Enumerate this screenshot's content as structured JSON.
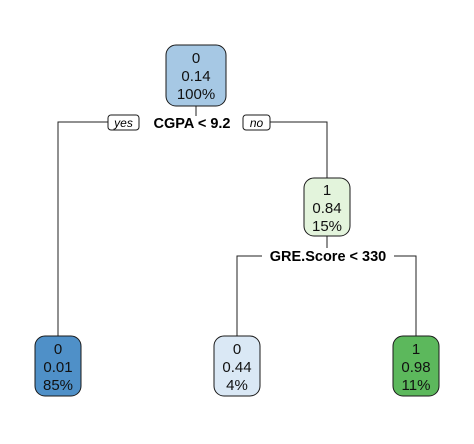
{
  "tree": {
    "root": {
      "class_label": "0",
      "probability": "0.14",
      "percent": "100%",
      "fill": "#a6c8e4"
    },
    "root_split": {
      "condition": "CGPA < 9.2",
      "yes_label": "yes",
      "no_label": "no"
    },
    "right_internal": {
      "class_label": "1",
      "probability": "0.84",
      "percent": "15%",
      "fill": "#e3f4dc"
    },
    "right_split": {
      "condition": "GRE.Score < 330"
    },
    "leaves": [
      {
        "class_label": "0",
        "probability": "0.01",
        "percent": "85%",
        "fill": "#4f90c8"
      },
      {
        "class_label": "0",
        "probability": "0.44",
        "percent": "4%",
        "fill": "#dae8f5"
      },
      {
        "class_label": "1",
        "probability": "0.98",
        "percent": "11%",
        "fill": "#5cb85c"
      }
    ]
  }
}
